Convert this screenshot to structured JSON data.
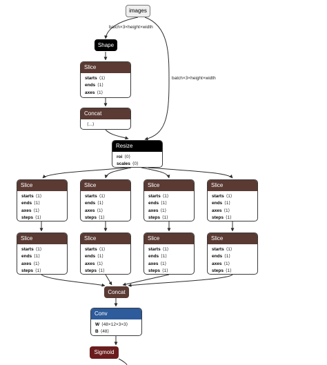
{
  "input_node": {
    "label": "images"
  },
  "edge_labels": {
    "images_to_shape": "batch×3×height×width",
    "images_to_resize": "batch×3×height×width"
  },
  "shape_node": {
    "label": "Shape"
  },
  "slice_top": {
    "label": "Slice",
    "attrs": [
      {
        "key": "starts",
        "value": "⟨1⟩"
      },
      {
        "key": "ends",
        "value": "⟨1⟩"
      },
      {
        "key": "axes",
        "value": "⟨1⟩"
      }
    ]
  },
  "concat_top": {
    "label": "Concat",
    "attrs": [
      {
        "key": "",
        "value": "⟨...⟩"
      }
    ]
  },
  "resize_node": {
    "label": "Resize",
    "attrs": [
      {
        "key": "roi",
        "value": "⟨0⟩"
      },
      {
        "key": "scales",
        "value": "⟨0⟩"
      }
    ]
  },
  "slice_grid": {
    "label": "Slice",
    "attrs": [
      {
        "key": "starts",
        "value": "⟨1⟩"
      },
      {
        "key": "ends",
        "value": "⟨1⟩"
      },
      {
        "key": "axes",
        "value": "⟨1⟩"
      },
      {
        "key": "steps",
        "value": "⟨1⟩"
      }
    ]
  },
  "concat_bottom": {
    "label": "Concat"
  },
  "conv_node": {
    "label": "Conv",
    "attrs": [
      {
        "key": "W",
        "value": "⟨48×12×3×3⟩"
      },
      {
        "key": "B",
        "value": "⟨48⟩"
      }
    ]
  },
  "sigmoid_node": {
    "label": "Sigmoid"
  },
  "colors": {
    "op_header": "#5a3a33",
    "layer_header": "#2d5b9b",
    "activation": "#6b1d1d",
    "shape_op": "#000000",
    "edge": "#2b2b2b"
  }
}
